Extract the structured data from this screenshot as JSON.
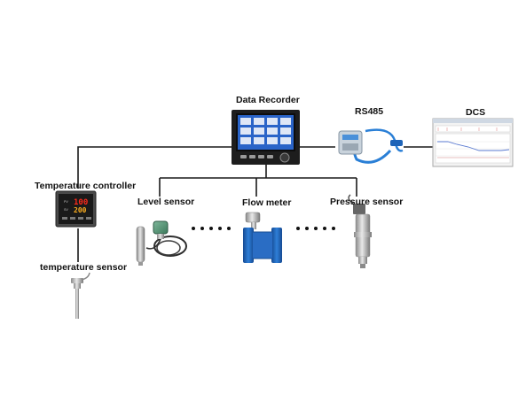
{
  "diagram": {
    "labels": {
      "data_recorder": "Data  Recorder",
      "rs485": "RS485",
      "dcs": "DCS",
      "temperature_controller": "Temperature controller",
      "temperature_sensor": "temperature sensor",
      "level_sensor": "Level sensor",
      "flow_meter": "Flow meter",
      "pressure_sensor": "Pressure sensor"
    },
    "controller_display": {
      "top_value": "100",
      "bottom_value": "200"
    },
    "colors": {
      "line": "#1a1a1a",
      "flow_meter_blue": "#1f5fb4",
      "recorder_screen": "#2a64c8",
      "controller_red": "#ff2a1a",
      "rs485_cable": "#2a7fd6"
    },
    "icons": [
      "data-recorder-icon",
      "rs485-converter-icon",
      "dcs-screen-icon",
      "temperature-controller-icon",
      "temperature-sensor-icon",
      "level-sensor-icon",
      "flow-meter-icon",
      "pressure-sensor-icon"
    ]
  }
}
